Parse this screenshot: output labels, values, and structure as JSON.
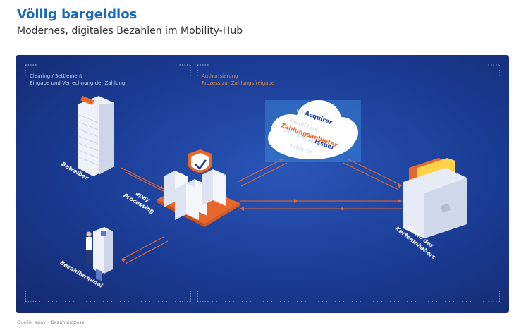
{
  "header": {
    "title": "Völlig bargeldlos",
    "subtitle": "Modernes, digitales Bezahlen im Mobility-Hub"
  },
  "zones": {
    "left_title": "Clearing / Settlement",
    "left_sub": "Eingabe und Verrechnung der Zahlung",
    "right_title": "Authorisierung",
    "right_sub": "Prozess zur Zahlungsfreigabe"
  },
  "nodes": {
    "operator": "Betreiber",
    "processing_line1": "epay",
    "processing_line2": "Processing",
    "terminal": "Bezahlterminal",
    "account_line1": "Konto des",
    "account_line2": "Karteninhabers",
    "acquirer": "Acquirer",
    "payment_provider": "Zahlungsanbieter",
    "issuer": "Issuer"
  },
  "footer": {
    "source": "Quelle: epay – Bezahlprozess"
  },
  "colors": {
    "title_blue": "#1a6ab5",
    "panel_blue": "#1a3b93",
    "accent_orange": "#e8672a",
    "zone_orange": "#e98a3c"
  }
}
